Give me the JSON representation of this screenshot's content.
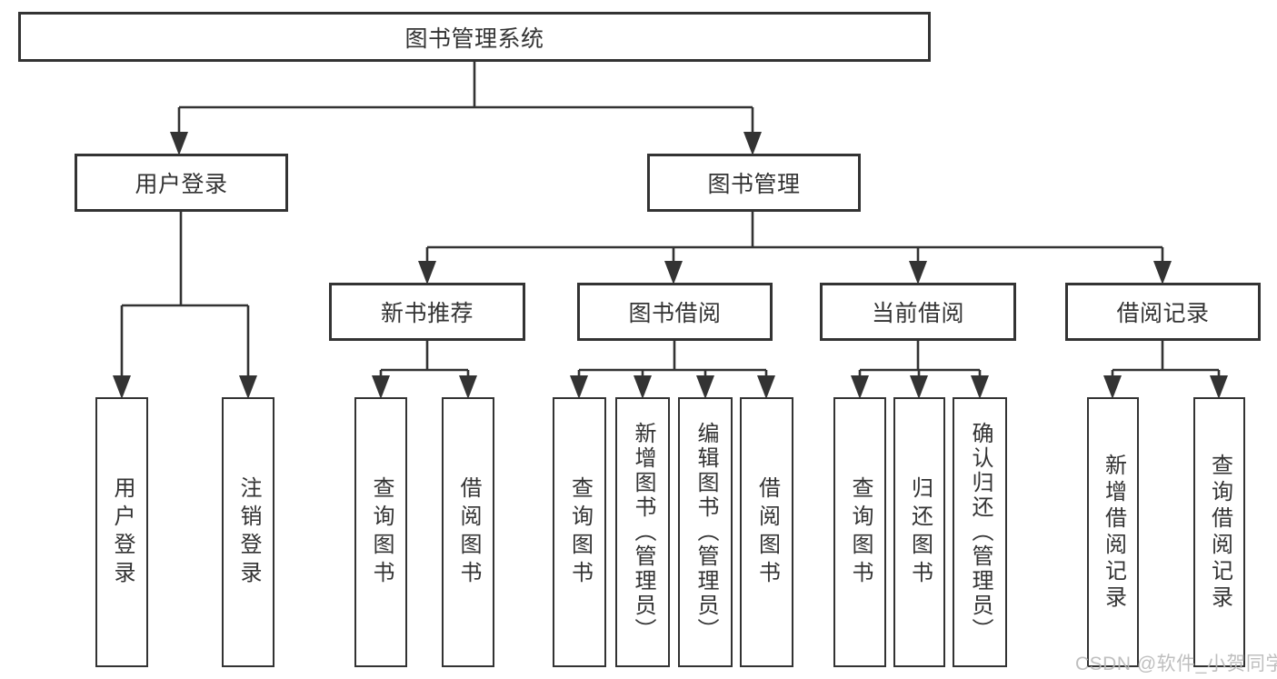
{
  "diagram_title": "图书管理系统",
  "watermark": "CSDN @软件_小贺同学",
  "colors": {
    "line": "#333333",
    "box_border": "#333333",
    "box_bg": "#ffffff",
    "text": "#333333",
    "watermark": "#b9b9b9"
  },
  "nodes": {
    "root": "图书管理系统",
    "user_login": "用户登录",
    "book_mgmt": "图书管理",
    "new_book_rec": "新书推荐",
    "book_borrow": "图书借阅",
    "current_borrow": "当前借阅",
    "borrow_records": "借阅记录",
    "leaf_user_login": "用户登录",
    "leaf_logout": "注销登录",
    "leaf_nb_query": "查询图书",
    "leaf_nb_borrow": "借阅图书",
    "leaf_bb_query": "查询图书",
    "leaf_bb_add": "新增图书（管理员）",
    "leaf_bb_edit": "编辑图书（管理员）",
    "leaf_bb_borrow": "借阅图书",
    "leaf_cb_query": "查询图书",
    "leaf_cb_return": "归还图书",
    "leaf_cb_confirm": "确认归还（管理员）",
    "leaf_br_add": "新增借阅记录",
    "leaf_br_query": "查询借阅记录"
  },
  "hierarchy": {
    "图书管理系统": {
      "用户登录": [
        "用户登录",
        "注销登录"
      ],
      "图书管理": {
        "新书推荐": [
          "查询图书",
          "借阅图书"
        ],
        "图书借阅": [
          "查询图书",
          "新增图书（管理员）",
          "编辑图书（管理员）",
          "借阅图书"
        ],
        "当前借阅": [
          "查询图书",
          "归还图书",
          "确认归还（管理员）"
        ],
        "借阅记录": [
          "新增借阅记录",
          "查询借阅记录"
        ]
      }
    }
  }
}
